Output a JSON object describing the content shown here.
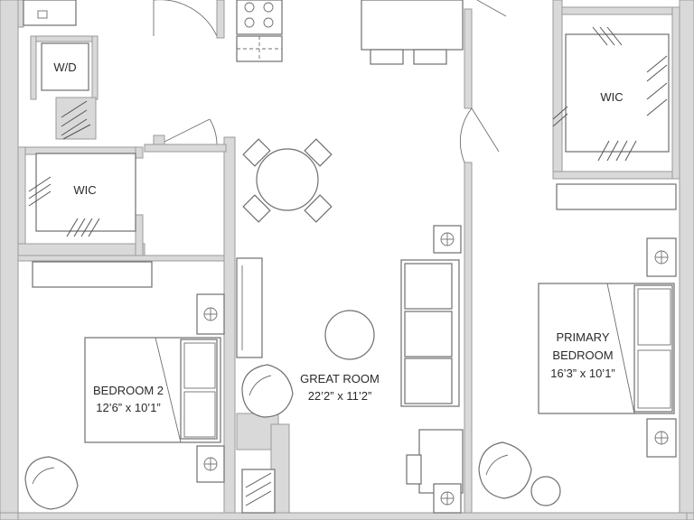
{
  "rooms": {
    "wd": {
      "name": "W/D"
    },
    "wic_left": {
      "name": "WIC"
    },
    "wic_right": {
      "name": "WIC"
    },
    "bedroom2": {
      "name": "BEDROOM 2",
      "size": "12’6” x 10’1”"
    },
    "great_room": {
      "name": "GREAT ROOM",
      "size": "22’2” x 11’2”"
    },
    "primary": {
      "name_line1": "PRIMARY",
      "name_line2": "BEDROOM",
      "size": "16’3” x 10’1”"
    }
  },
  "colors": {
    "wall": "#d9d9d9",
    "line": "#6f6f6f",
    "text": "#2a2a2a"
  }
}
